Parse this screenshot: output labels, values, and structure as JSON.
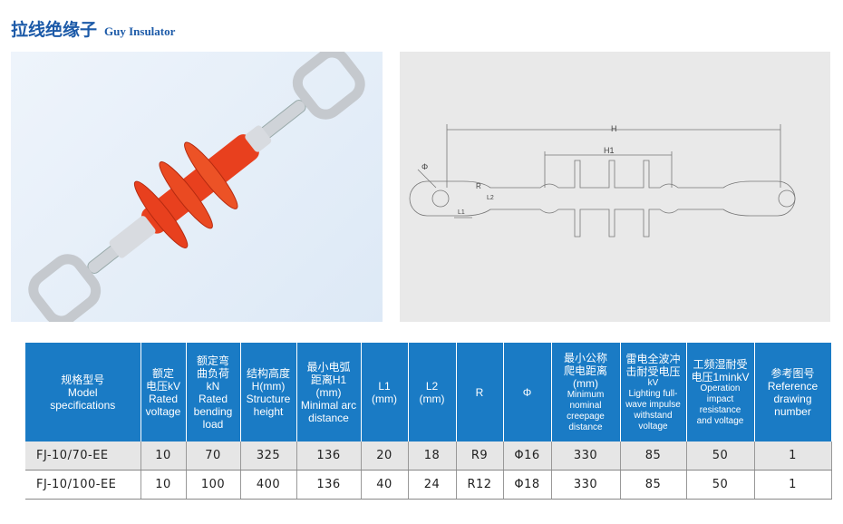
{
  "title": {
    "cn": "拉线绝缘子",
    "en": "Guy Insulator"
  },
  "drawing_labels": {
    "H": "H",
    "H1": "H1",
    "phi": "Φ",
    "R": "R",
    "L1": "L1",
    "L2": "L2"
  },
  "table": {
    "headers": [
      [
        "规格型号",
        "Model",
        "specifications"
      ],
      [
        "额定",
        "电压kV",
        "Rated",
        "voltage"
      ],
      [
        "额定弯",
        "曲负荷",
        "kN",
        "Rated",
        "bending",
        "load"
      ],
      [
        "结构高度",
        "H(mm)",
        "Structure",
        "height"
      ],
      [
        "最小电弧",
        "距离H1",
        "(mm)",
        "Minimal arc",
        "distance"
      ],
      [
        "L1",
        "(mm)"
      ],
      [
        "L2",
        "(mm)"
      ],
      [
        "R"
      ],
      [
        "Φ"
      ],
      [
        "最小公称",
        "爬电距离",
        "(mm)",
        "Minimum nominal",
        "creepage distance"
      ],
      [
        "雷电全波冲",
        "击耐受电压",
        "kV",
        "Lighting full-",
        "wave impulse",
        "withstand",
        "voltage"
      ],
      [
        "工频湿耐受",
        "电压1minkV",
        "Operation",
        "impact",
        "resistance",
        "and voltage"
      ],
      [
        "参考图号",
        "Reference",
        "drawing",
        "number"
      ]
    ],
    "rows": [
      [
        "FJ-10/70-EE",
        "10",
        "70",
        "325",
        "136",
        "20",
        "18",
        "R9",
        "Φ16",
        "330",
        "85",
        "50",
        "1"
      ],
      [
        "FJ-10/100-EE",
        "10",
        "100",
        "400",
        "136",
        "40",
        "24",
        "R12",
        "Φ18",
        "330",
        "85",
        "50",
        "1"
      ]
    ]
  },
  "colors": {
    "header": "#1a7bc5",
    "title": "#1c5aa8",
    "shed": "#e8401e"
  }
}
